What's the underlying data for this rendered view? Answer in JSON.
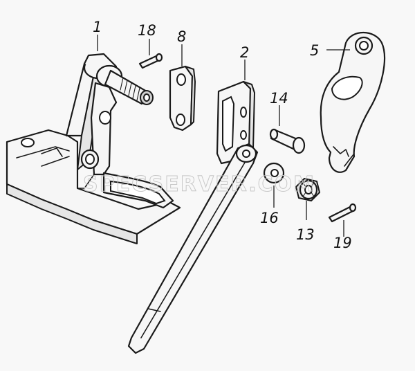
{
  "watermark": "SPECSERVER.COM",
  "callouts": [
    {
      "id": "c1",
      "label": "1"
    },
    {
      "id": "c18",
      "label": "18"
    },
    {
      "id": "c8",
      "label": "8"
    },
    {
      "id": "c2",
      "label": "2"
    },
    {
      "id": "c5",
      "label": "5"
    },
    {
      "id": "c14",
      "label": "14"
    },
    {
      "id": "c16",
      "label": "16"
    },
    {
      "id": "c13",
      "label": "13"
    },
    {
      "id": "c19",
      "label": "19"
    }
  ]
}
